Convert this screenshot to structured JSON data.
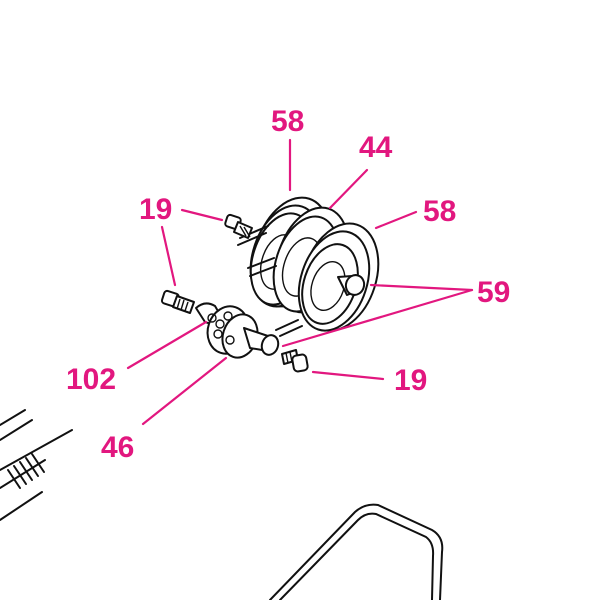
{
  "accent_color": "#e2177f",
  "callouts": {
    "c58_top": "58",
    "c44": "44",
    "c58_right": "58",
    "c19_top": "19",
    "c59": "59",
    "c102": "102",
    "c19_bottom": "19",
    "c46": "46"
  }
}
